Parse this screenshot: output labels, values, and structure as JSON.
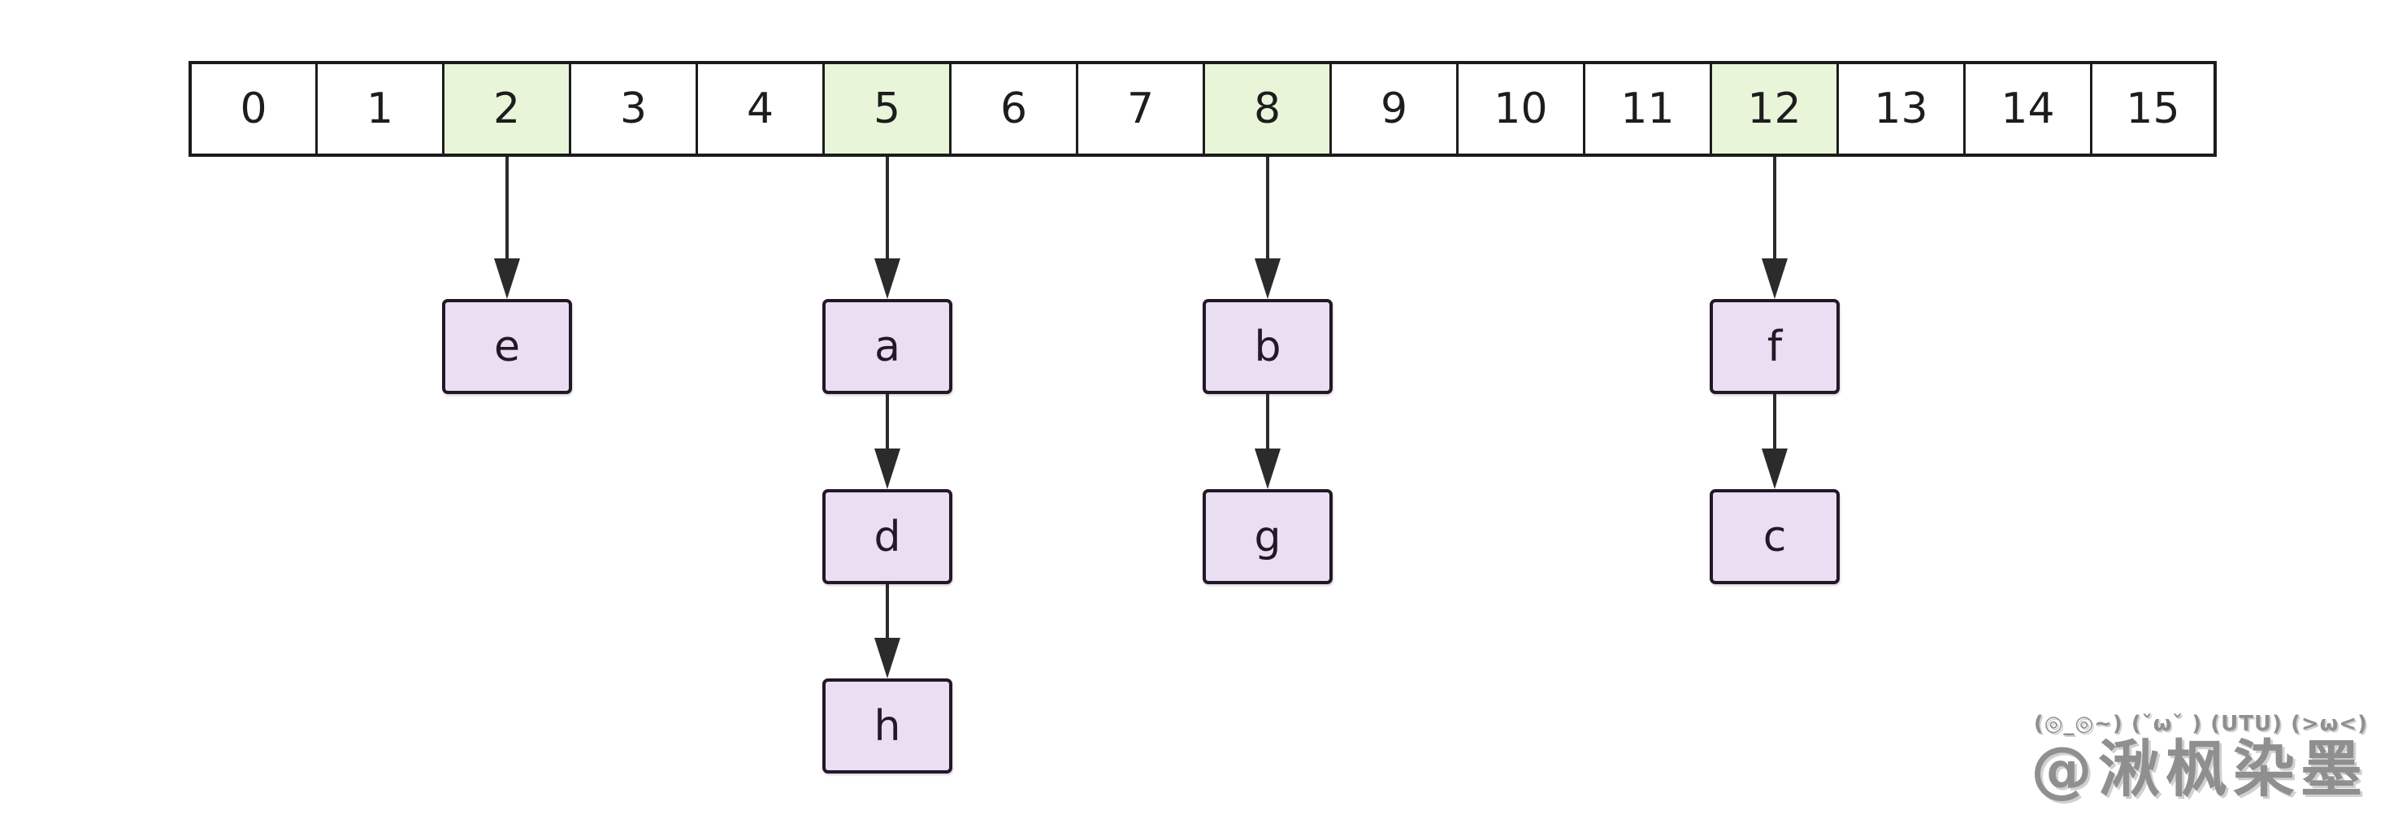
{
  "array": {
    "cells": [
      "0",
      "1",
      "2",
      "3",
      "4",
      "5",
      "6",
      "7",
      "8",
      "9",
      "10",
      "11",
      "12",
      "13",
      "14",
      "15"
    ],
    "highlighted_indices": [
      2,
      5,
      8,
      12
    ]
  },
  "chains": [
    {
      "bucket": "2",
      "nodes": [
        "e"
      ]
    },
    {
      "bucket": "5",
      "nodes": [
        "a",
        "d",
        "h"
      ]
    },
    {
      "bucket": "8",
      "nodes": [
        "b",
        "g"
      ]
    },
    {
      "bucket": "12",
      "nodes": [
        "f",
        "c"
      ]
    }
  ],
  "colors": {
    "highlight_green": "#e9f5d8",
    "node_purple": "#e9def2",
    "node_border": "#241726",
    "cell_border": "#1c1c1c",
    "arrow": "#2b2b2b",
    "watermark_gray": "#8f8f8f"
  },
  "watermark": {
    "emoticons": "(◎_◎~) (ˇωˇ ) (UTU) (>ω<)",
    "handle": "@湫枫染墨"
  }
}
